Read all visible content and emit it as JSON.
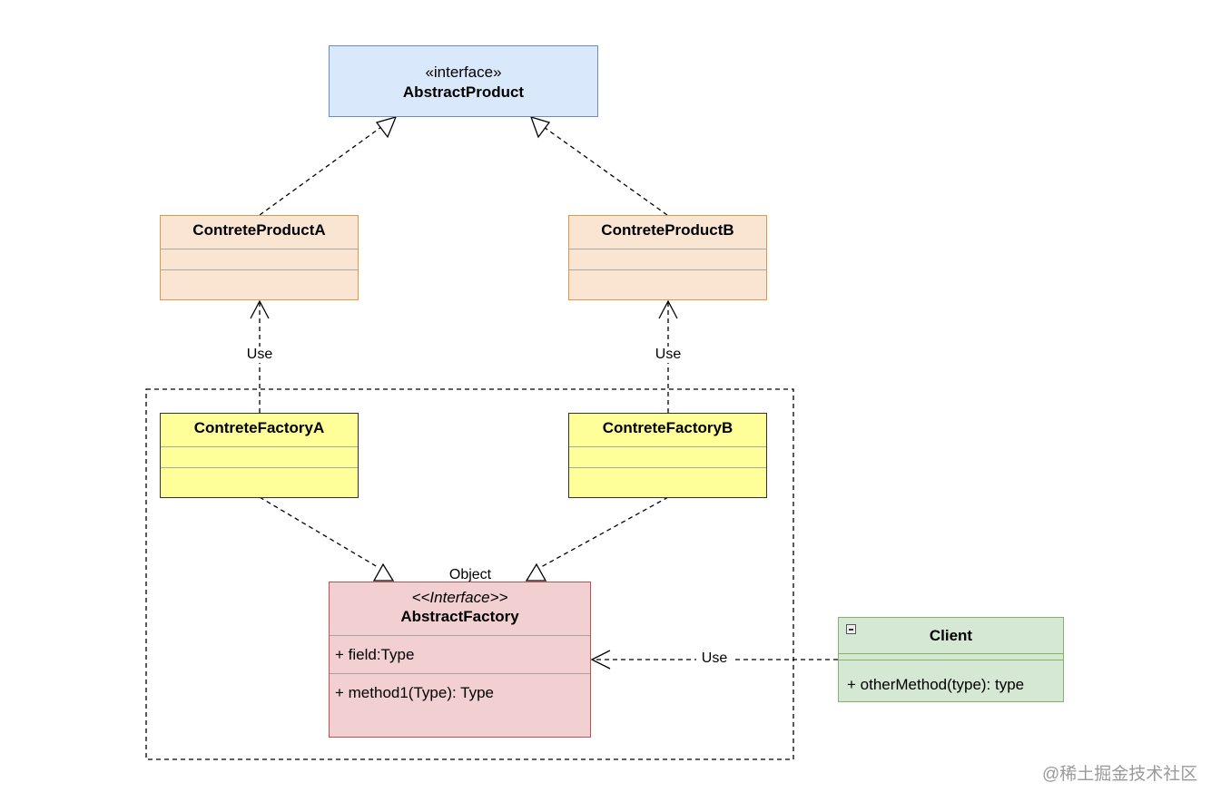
{
  "colors": {
    "interface_fill": "#dae8fc",
    "interface_stroke": "#6c8ebf",
    "product_fill": "#fae5d3",
    "product_stroke": "#dc9a45",
    "factory_fill": "#ffff99",
    "factory_stroke": "#333333",
    "abstract_factory_fill": "#f2cfd0",
    "abstract_factory_stroke": "#b85450",
    "client_fill": "#d5e8d4",
    "client_stroke": "#82b366",
    "line": "#000000",
    "watermark": "#9a9a9a"
  },
  "abstract_product": {
    "stereotype": "«interface»",
    "name": "AbstractProduct"
  },
  "product_a": {
    "name": "ContreteProductA"
  },
  "product_b": {
    "name": "ContreteProductB"
  },
  "factory_a": {
    "name": "ContreteFactoryA"
  },
  "factory_b": {
    "name": "ContreteFactoryB"
  },
  "abstract_factory": {
    "group_label": "Object",
    "stereotype": "<<Interface>>",
    "name": "AbstractFactory",
    "field": "+ field:Type",
    "method": "+ method1(Type): Type"
  },
  "client": {
    "name": "Client",
    "method": "+ otherMethod(type): type",
    "collapse_icon": "minus-box-icon"
  },
  "edges": {
    "use_a": "Use",
    "use_b": "Use",
    "use_client": "Use"
  },
  "watermark": "@稀土掘金技术社区"
}
